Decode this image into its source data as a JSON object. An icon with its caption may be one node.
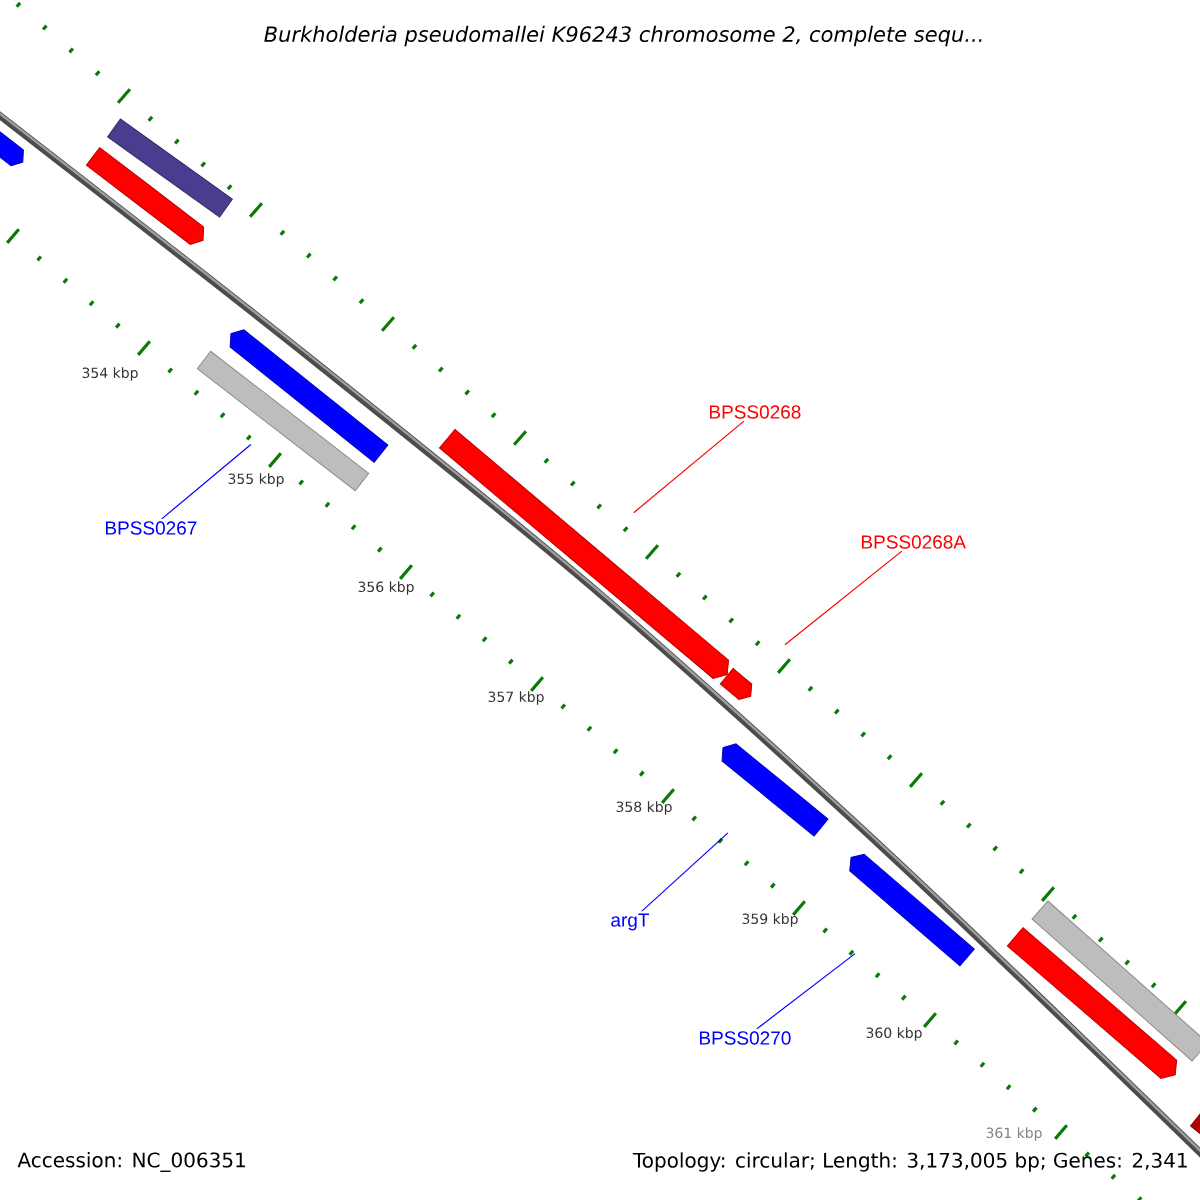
{
  "diagram": {
    "title": "Burkholderia pseudomallei K96243 chromosome 2, complete sequ...",
    "nodes": [
      {
        "text": [
          "BPSS0267"
        ]
      },
      {
        "text": [],
        "shape": "bar"
      },
      {
        "text": [
          "BPSS0268"
        ]
      },
      {
        "text": [],
        "shape": "bar"
      },
      {
        "text": [
          "BPSS0268A"
        ]
      },
      {
        "text": [],
        "shape": "bar"
      },
      {
        "text": [
          "argT"
        ]
      },
      {
        "text": [],
        "shape": "bar"
      },
      {
        "text": [
          "BPSS0270"
        ]
      },
      {
        "text": [],
        "shape": "bar"
      },
      {
        "text": [],
        "shape": "bar"
      },
      {
        "text": [],
        "shape": "bar"
      },
      {
        "text": [],
        "shape": "bar"
      },
      {
        "text": [],
        "shape": "bar"
      },
      {
        "text": [],
        "shape": "bar"
      },
      {
        "text": [],
        "shape": "bar"
      },
      {
        "text": [],
        "shape": "bar"
      }
    ],
    "edges": [
      {
        "from": 0,
        "to": 1,
        "arrow": "none"
      },
      {
        "from": 2,
        "to": 3,
        "arrow": "none",
        "color": "#ff0000"
      },
      {
        "from": 4,
        "to": 5,
        "arrow": "none",
        "color": "#ff0000"
      },
      {
        "from": 6,
        "to": 7,
        "arrow": "none"
      },
      {
        "from": 8,
        "to": 9,
        "arrow": "none"
      }
    ],
    "labels": [
      "354 kbp",
      "355 kbp",
      "356 kbp",
      "357 kbp",
      "358 kbp",
      "359 kbp",
      "360 kbp",
      "361 kbp",
      "Accession: NC_006351",
      "Topology: circular; Length: 3,173,005 bp; Genes: 2,341"
    ]
  }
}
